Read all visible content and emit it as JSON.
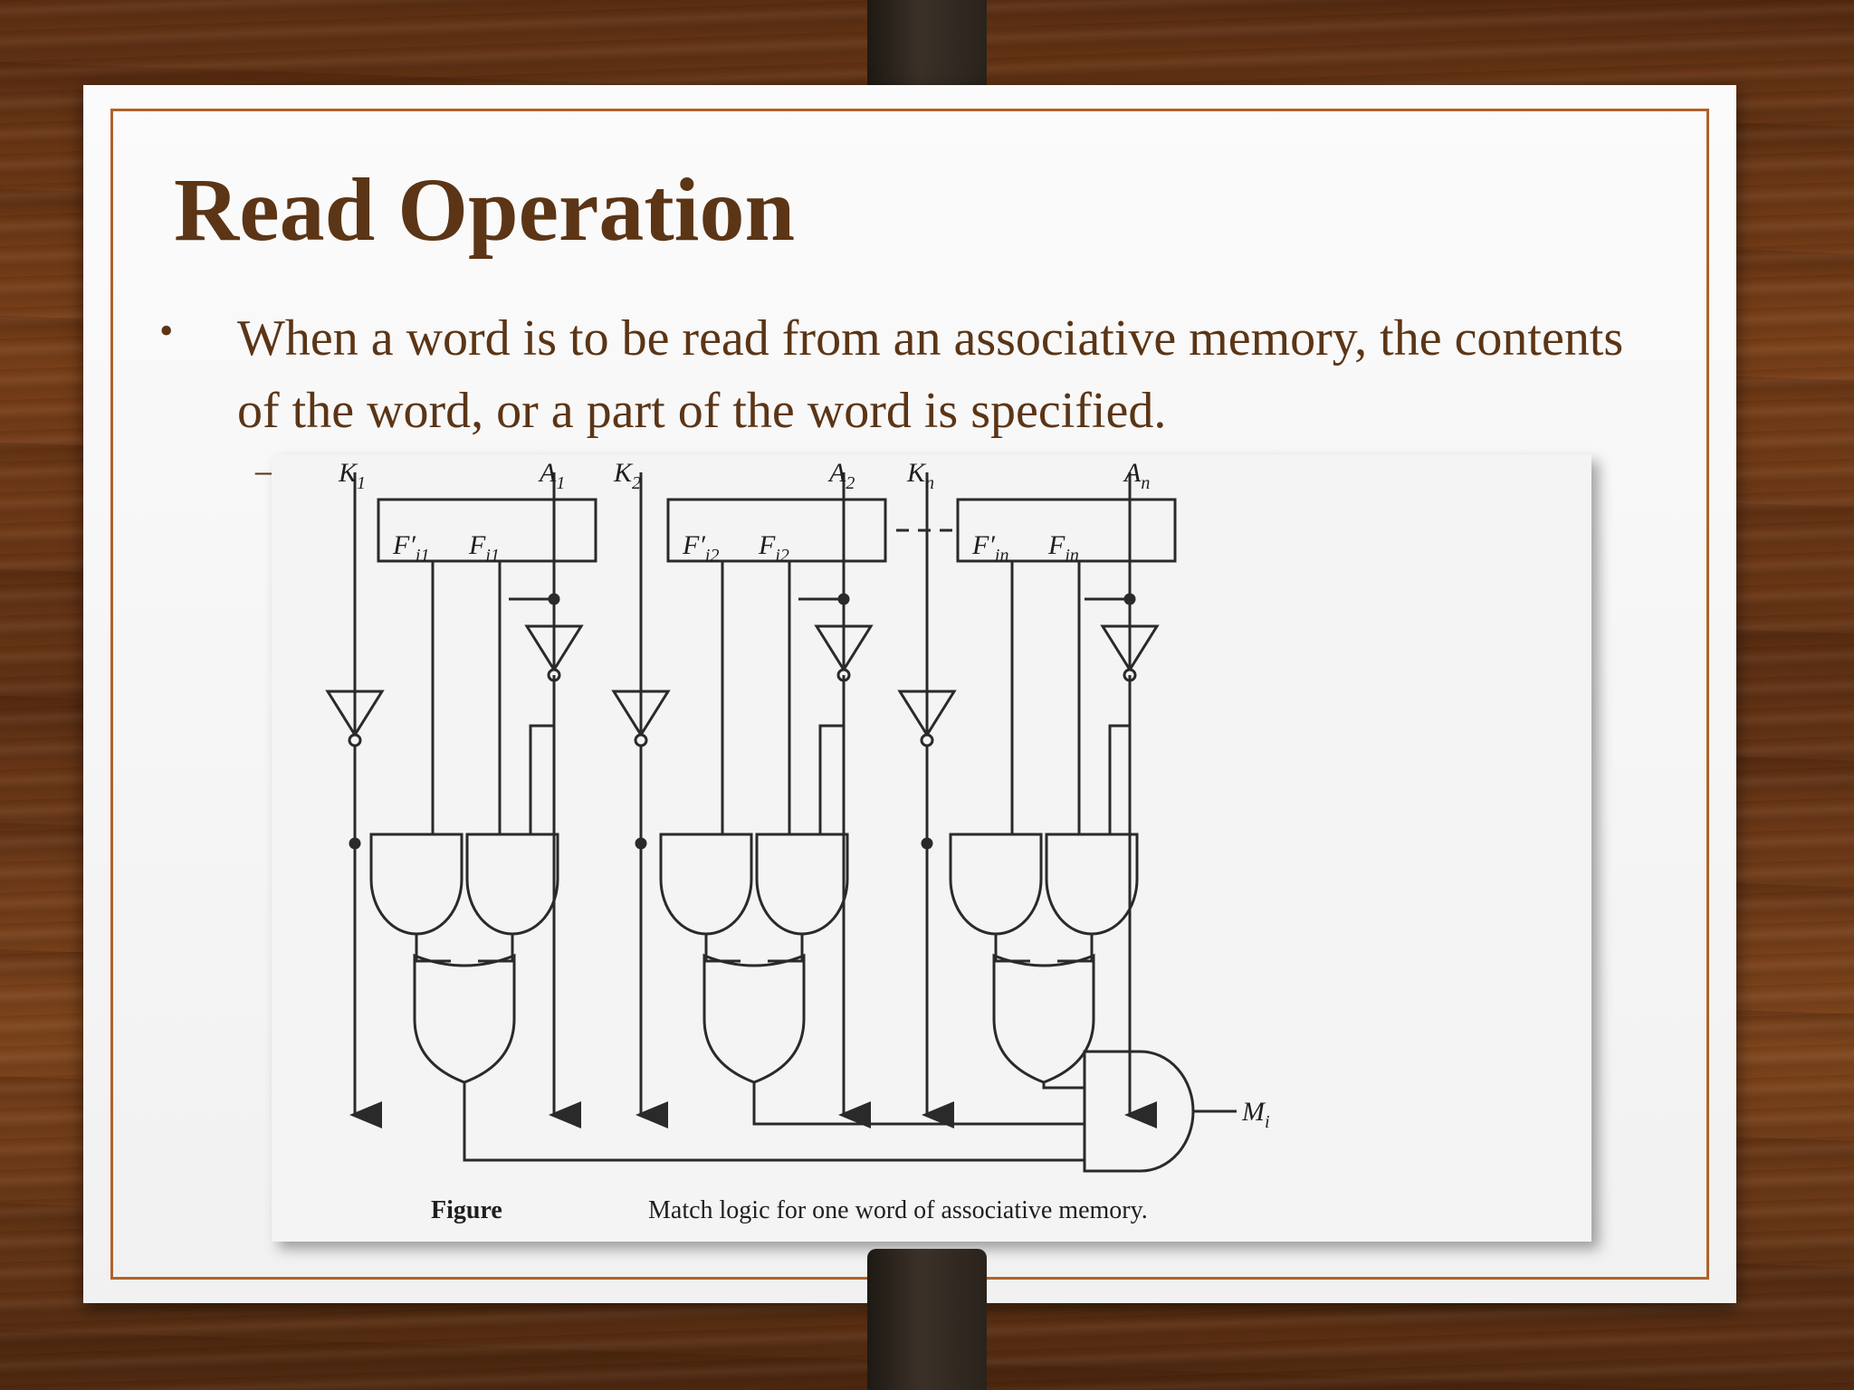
{
  "slide": {
    "title": "Read Operation",
    "bullet_marker": "•",
    "bullet_text": "When a word is to be read from an associative memory, the contents of the word, or a part of the word is specified.",
    "sub_marker": "–"
  },
  "diagram": {
    "inputs": [
      "K1",
      "A1",
      "K2",
      "A2",
      "Kn",
      "An"
    ],
    "input_labels": {
      "K1": {
        "base": "K",
        "sub": "1"
      },
      "A1": {
        "base": "A",
        "sub": "1"
      },
      "K2": {
        "base": "K",
        "sub": "2"
      },
      "A2": {
        "base": "A",
        "sub": "2"
      },
      "Kn": {
        "base": "K",
        "sub": "n"
      },
      "An": {
        "base": "A",
        "sub": "n"
      }
    },
    "cells": [
      {
        "f_prime": {
          "base": "F′",
          "sub": "i1"
        },
        "f": {
          "base": "F",
          "sub": "i1"
        }
      },
      {
        "f_prime": {
          "base": "F′",
          "sub": "i2"
        },
        "f": {
          "base": "F",
          "sub": "i2"
        }
      },
      {
        "f_prime": {
          "base": "F′",
          "sub": "in"
        },
        "f": {
          "base": "F",
          "sub": "in"
        }
      }
    ],
    "output": {
      "base": "M",
      "sub": "i"
    },
    "caption_label": "Figure",
    "caption_text": "Match logic for one word of associative memory."
  },
  "colors": {
    "title": "#5b3516",
    "text": "#5b3516",
    "frame": "#b0622a",
    "line": "#2a2a2a"
  }
}
